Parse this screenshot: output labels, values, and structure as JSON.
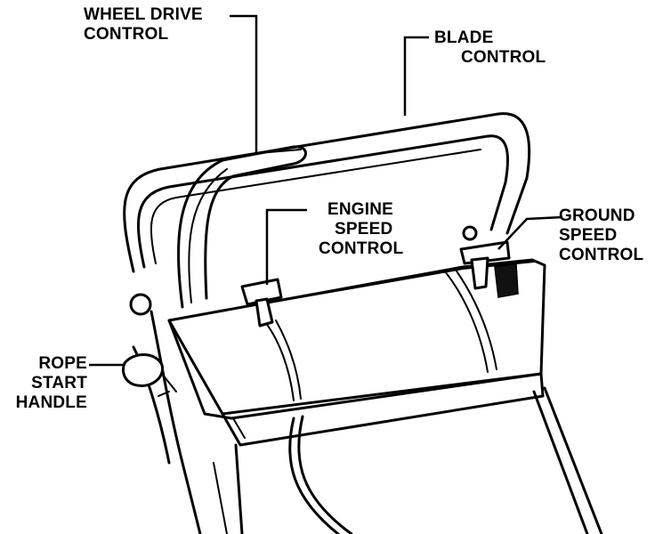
{
  "labels": {
    "wheel_drive_control": [
      "WHEEL DRIVE",
      "CONTROL"
    ],
    "blade_control": [
      "BLADE",
      "CONTROL"
    ],
    "engine_speed_control": [
      "ENGINE",
      "SPEED",
      "CONTROL"
    ],
    "ground_speed_control": [
      "GROUND",
      "SPEED",
      "CONTROL"
    ],
    "rope_start_handle": [
      "ROPE",
      "START",
      "HANDLE"
    ]
  },
  "colors": {
    "ink": "#000000",
    "paper": "#ffffff"
  }
}
